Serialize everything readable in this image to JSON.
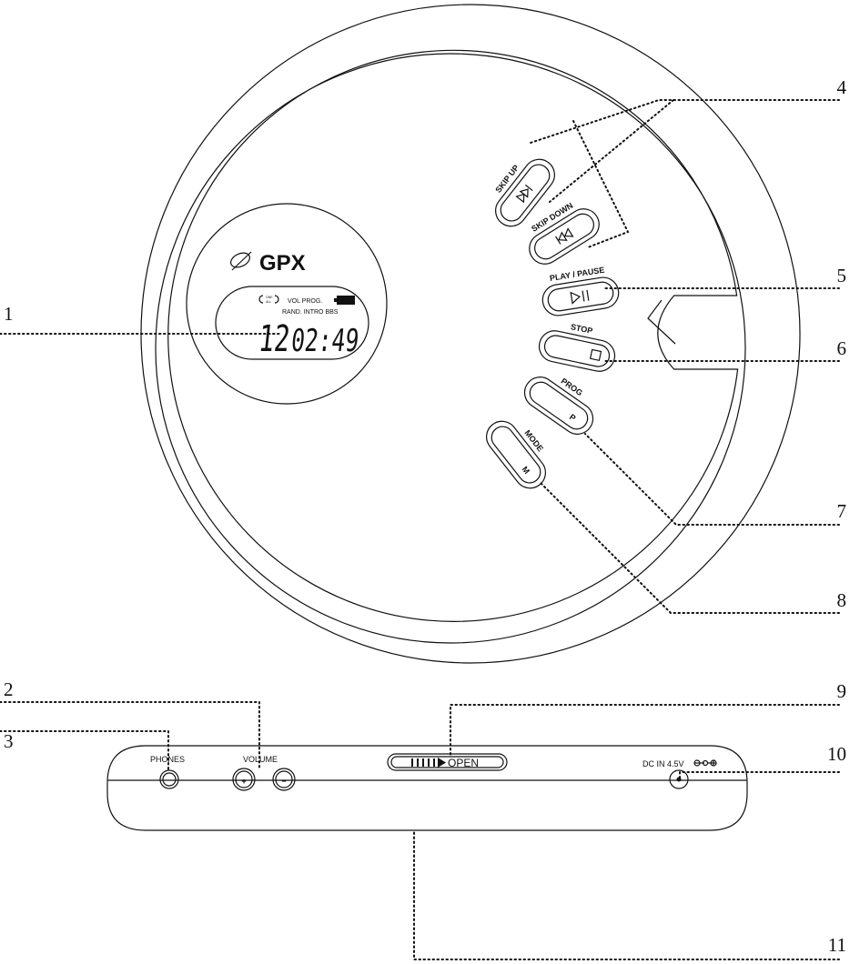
{
  "device": {
    "brand": "GPX",
    "lcd": {
      "repeat_one": "ONE",
      "repeat_all": "ALL",
      "row1": "VOL  PROG.",
      "row2": "RAND. INTRO BBS",
      "track": "12",
      "time": "02:49"
    }
  },
  "buttons": {
    "skip_up": {
      "label": "SKIP UP",
      "icon": "skip-forward-icon"
    },
    "skip_down": {
      "label": "SKIP DOWN",
      "icon": "skip-back-icon"
    },
    "play_pause": {
      "label": "PLAY / PAUSE",
      "icon": "play-pause-icon"
    },
    "stop": {
      "label": "STOP",
      "icon": "stop-icon"
    },
    "prog": {
      "label": "PROG",
      "icon_text": "P"
    },
    "mode": {
      "label": "MODE",
      "icon_text": "M"
    }
  },
  "side_panel": {
    "phones_label": "PHONES",
    "volume_label": "VOLUME",
    "volume_plus": "+",
    "volume_minus": "−",
    "open_label": "OPEN",
    "dc_label": "DC IN 4.5V",
    "polarity_icon": "dc-polarity-icon"
  },
  "callouts": [
    "1",
    "2",
    "3",
    "4",
    "5",
    "6",
    "7",
    "8",
    "9",
    "10",
    "11"
  ]
}
